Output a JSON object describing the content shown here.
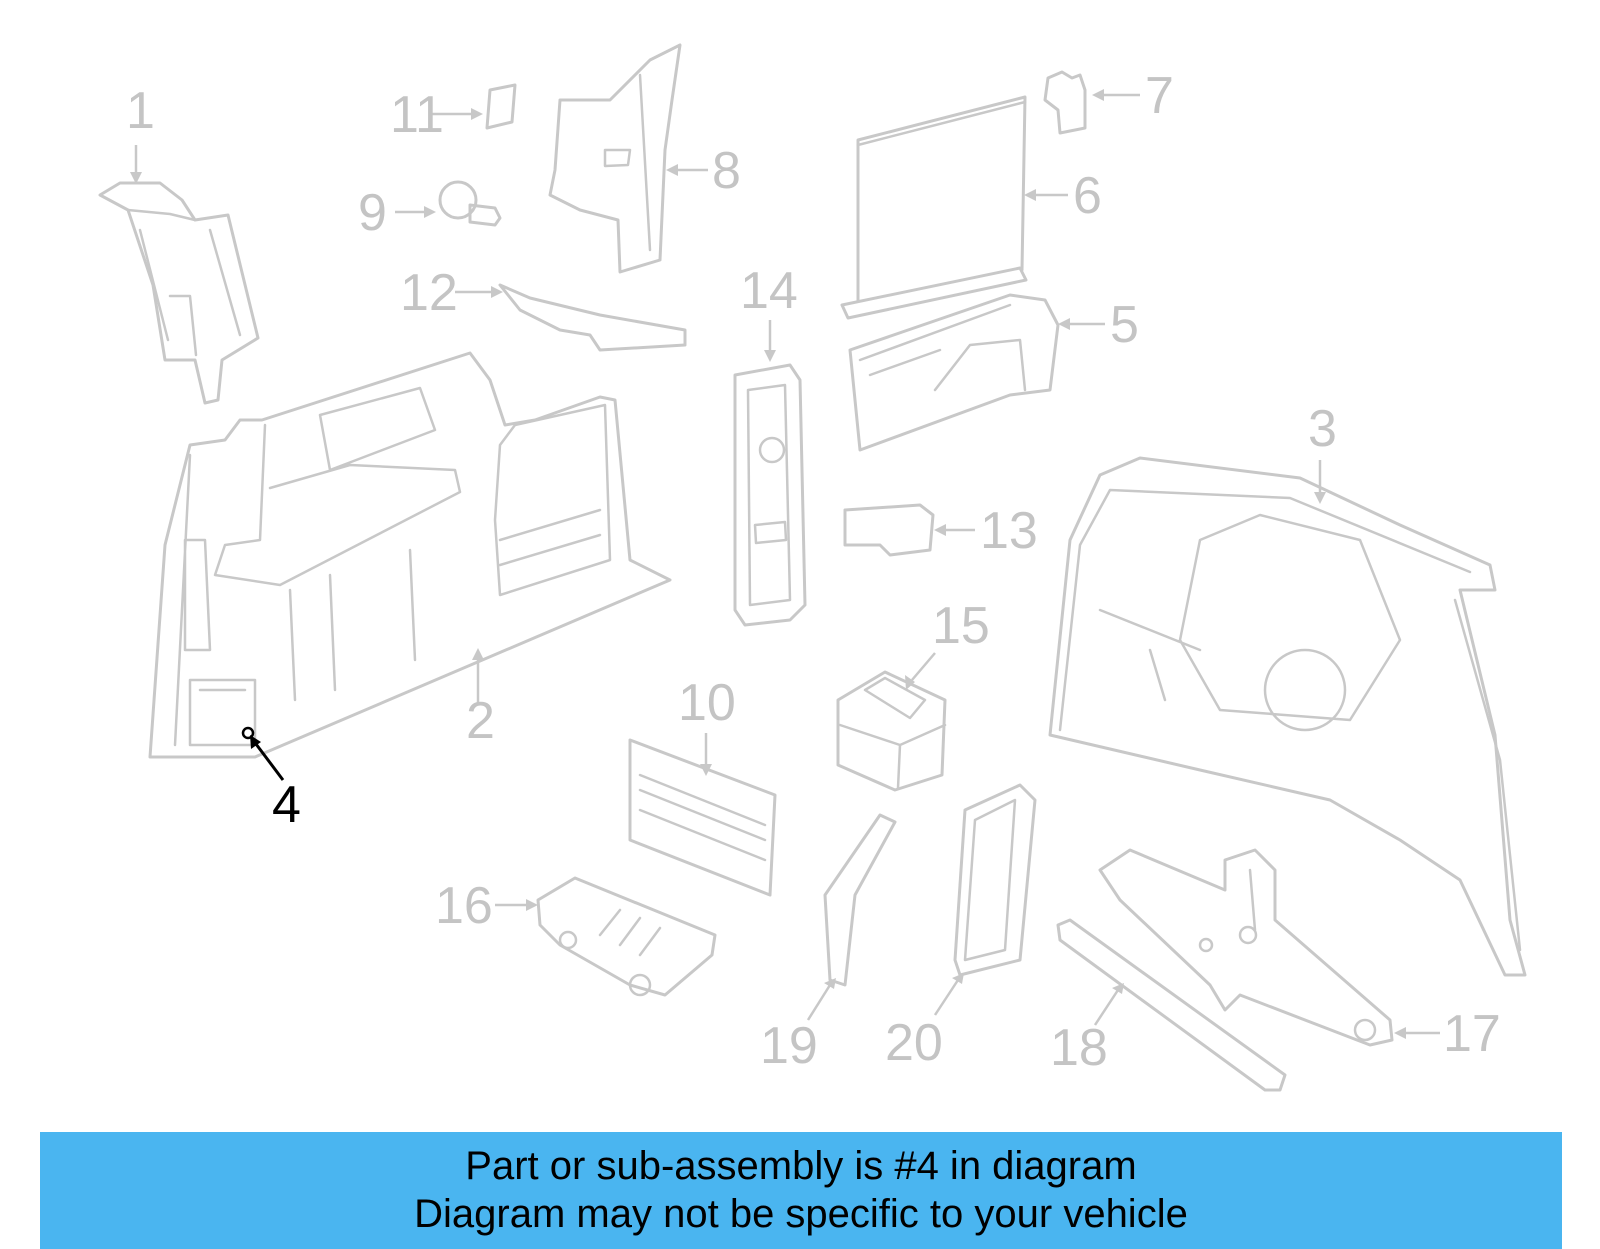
{
  "diagram": {
    "callouts": [
      "1",
      "2",
      "3",
      "4",
      "5",
      "6",
      "7",
      "8",
      "9",
      "10",
      "11",
      "12",
      "13",
      "14",
      "15",
      "16",
      "17",
      "18",
      "19",
      "20"
    ],
    "highlighted_part": "4"
  },
  "banner": {
    "line1": "Part or sub-assembly is #4 in diagram",
    "line2": "Diagram may not be specific to your vehicle",
    "color": "#4ab5f0"
  },
  "colors": {
    "part_outline": "#c8c8c8",
    "highlight": "#000000"
  }
}
